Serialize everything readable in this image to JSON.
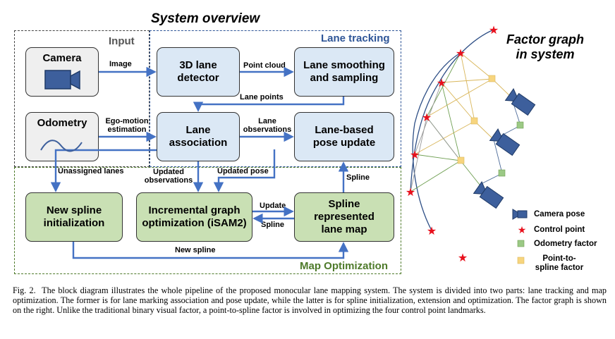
{
  "figure": {
    "title": "System overview",
    "factor_graph_title": "Factor graph in system",
    "regions": {
      "input": "Input",
      "lane_tracking": "Lane tracking",
      "map_optimization": "Map Optimization"
    },
    "boxes": {
      "camera": "Camera",
      "odometry": "Odometry",
      "lane_detector": "3D lane detector",
      "lane_smoothing": "Lane smoothing and sampling",
      "lane_association": "Lane association",
      "pose_update": "Lane-based pose update",
      "new_spline": "New spline initialization",
      "incremental_opt": "Incremental graph optimization (iSAM2)",
      "spline_map": "Spline represented lane map"
    },
    "edge_labels": {
      "image": "Image",
      "point_cloud": "Point cloud",
      "lane_points": "Lane points",
      "ego_motion": "Ego-motion estimation",
      "lane_observations": "Lane observations",
      "unassigned_lanes": "Unassigned lanes",
      "updated_observations": "Updated observations",
      "updated_pose": "Updated pose",
      "spline_up": "Spline",
      "update": "Update",
      "spline_back": "Spline",
      "new_spline": "New spline"
    },
    "legend": {
      "camera_pose": "Camera pose",
      "control_point": "Control point",
      "odometry_factor": "Odometry factor",
      "point_to_spline_factor": "Point-to-spline factor"
    },
    "colors": {
      "box_gray": "#efefef",
      "box_blue": "#dbe8f5",
      "box_green": "#c9e0b4",
      "arrow": "#4472c4",
      "lane_tracking_label": "#2e5597",
      "map_opt_label": "#4e7a2a",
      "input_label": "#555555",
      "control_point": "#e8101c",
      "camera_pose": "#3d5f9c",
      "odometry_factor": "#9bc985",
      "point_to_spline_factor": "#f7d57e"
    }
  },
  "caption": {
    "label": "Fig. 2.",
    "text": "The block diagram illustrates the whole pipeline of the proposed monocular lane mapping system. The system is divided into two parts: lane tracking and map optimization. The former is for lane marking association and pose update, while the latter is for spline initialization, extension and optimization. The factor graph is shown on the right. Unlike the traditional binary visual factor, a point-to-spline factor is involved in optimizing the four control point landmarks."
  }
}
